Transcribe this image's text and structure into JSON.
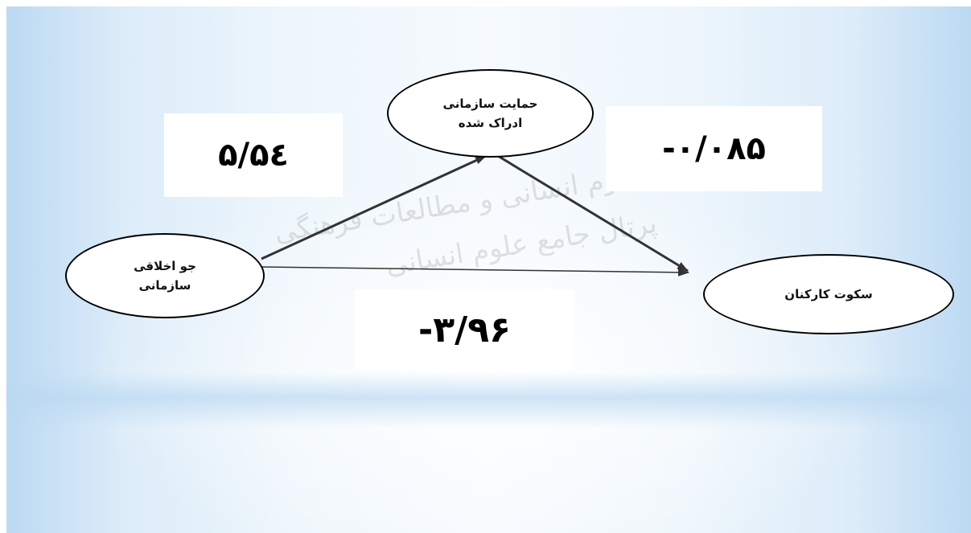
{
  "nodes": {
    "mediator": {
      "line1": "حمایت سازمانی",
      "line2": "ادراک شده"
    },
    "independent": {
      "line1": "جو اخلاقی",
      "line2": "سازمانی"
    },
    "dependent": {
      "line1": "سکوت کارکنان"
    }
  },
  "coefficients": {
    "independent_to_mediator": "۵/۵٤",
    "mediator_to_dependent": "-۰/۰۸۵",
    "independent_to_dependent": "-۳/۹۶"
  },
  "watermark": {
    "line1": "پژوهشگاه علوم انسانی و مطالعات فرهنگی",
    "line2": "پرتال جامع علوم انسانی"
  },
  "colors": {
    "background_accent": "#bcd9f2",
    "line": "#333333"
  }
}
